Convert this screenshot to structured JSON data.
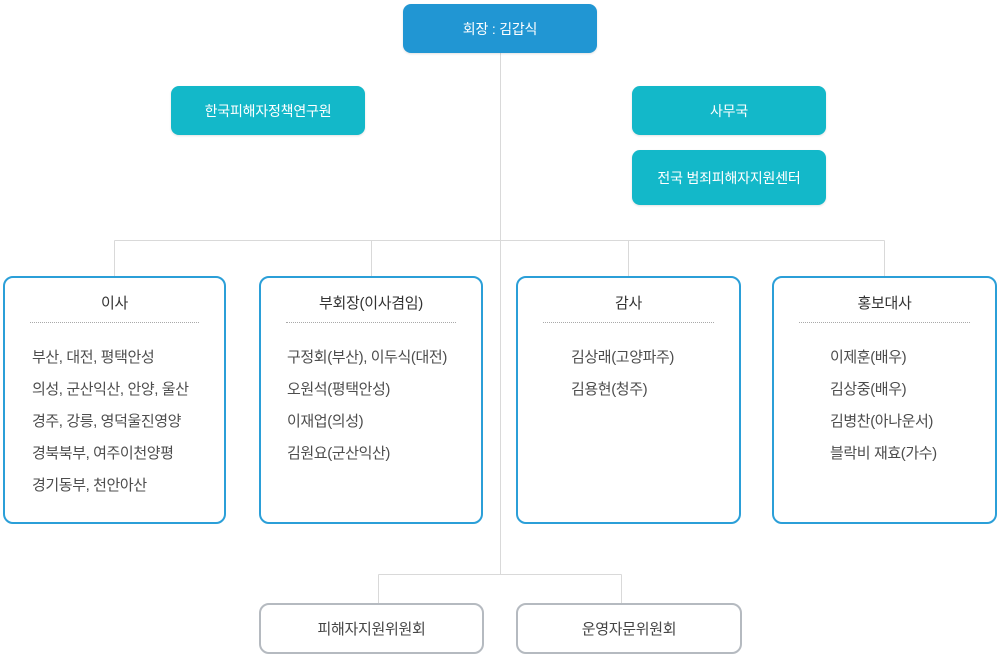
{
  "org": {
    "chairman": {
      "label": "회장 : 김갑식"
    },
    "research": {
      "label": "한국피해자정책연구원"
    },
    "secretariat": {
      "label": "사무국"
    },
    "support_center": {
      "label": "전국 범죄피해자지원센터"
    },
    "departments": [
      {
        "title": "이사",
        "members": [
          "부산, 대전, 평택안성",
          "의성, 군산익산, 안양, 울산",
          "경주, 강릉, 영덕울진영양",
          "경북북부, 여주이천양평",
          "경기동부, 천안아산"
        ]
      },
      {
        "title": "부회장(이사겸임)",
        "members": [
          "구정회(부산), 이두식(대전)",
          "오원석(평택안성)",
          "이재업(의성)",
          "김원요(군산익산)"
        ]
      },
      {
        "title": "감사",
        "members": [
          "김상래(고양파주)",
          "김용현(청주)"
        ]
      },
      {
        "title": "홍보대사",
        "members": [
          "이제훈(배우)",
          "김상중(배우)",
          "김병찬(아나운서)",
          "블락비 재효(가수)"
        ]
      }
    ],
    "committees": [
      {
        "label": "피해자지원위원회"
      },
      {
        "label": "운영자문위원회"
      }
    ]
  },
  "colors": {
    "primary_blue": "#2196d3",
    "cyan": "#13b8c9",
    "dept_border_blue": "#2b9fd8",
    "committee_border_gray": "#b5bac0",
    "connector_gray": "#d9d9d9",
    "body_text": "#4d4d4d"
  }
}
